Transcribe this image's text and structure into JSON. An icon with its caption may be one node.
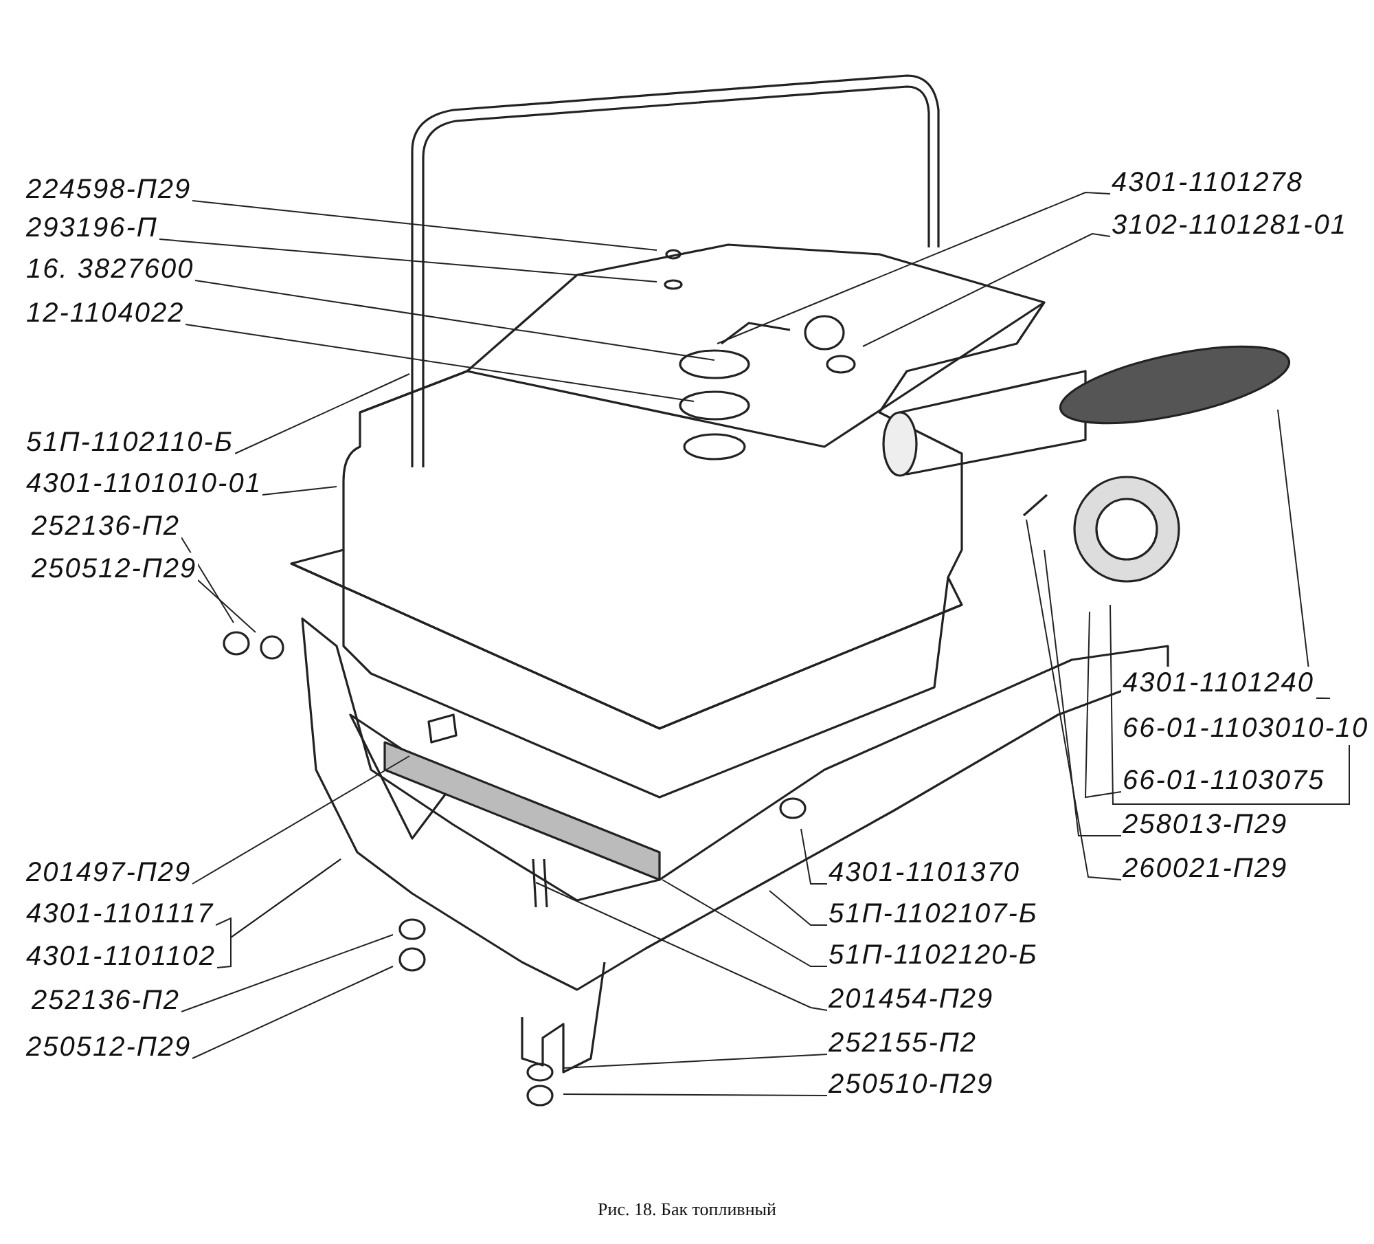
{
  "diagram": {
    "caption": "Рис. 18. Бак топливный",
    "nodes": [
      {
        "text": [
          "224598-П29"
        ]
      },
      {
        "text": [
          "293196-П"
        ]
      },
      {
        "text": [
          "16. 3827600"
        ]
      },
      {
        "text": [
          "12-1104022"
        ]
      },
      {
        "text": [
          "51П-1102110-Б"
        ]
      },
      {
        "text": [
          "4301-1101010-01"
        ]
      },
      {
        "text": [
          "252136-П2"
        ]
      },
      {
        "text": [
          "250512-П29"
        ]
      },
      {
        "text": [
          "4301-1101278"
        ]
      },
      {
        "text": [
          "3102-1101281-01"
        ]
      },
      {
        "text": [
          "4301-1101240"
        ]
      },
      {
        "text": [
          "66-01-1103010-10"
        ]
      },
      {
        "text": [
          "66-01-1103075"
        ]
      },
      {
        "text": [
          "258013-П29"
        ]
      },
      {
        "text": [
          "260021-П29"
        ]
      },
      {
        "text": [
          "201497-П29"
        ]
      },
      {
        "text": [
          "4301-1101117"
        ]
      },
      {
        "text": [
          "4301-1101102"
        ]
      },
      {
        "text": [
          "4301-1101370"
        ]
      },
      {
        "text": [
          "51П-1102107-Б"
        ]
      },
      {
        "text": [
          "51П-1102120-Б"
        ]
      },
      {
        "text": [
          "252136-П2"
        ]
      },
      {
        "text": [
          "201454-П29"
        ]
      },
      {
        "text": [
          "250512-П29"
        ]
      },
      {
        "text": [
          "252155-П2"
        ]
      },
      {
        "text": [
          "250510-П29"
        ]
      }
    ],
    "edges": [
      {
        "from": 0,
        "to": null,
        "arrow": "none"
      },
      {
        "from": 1,
        "to": null,
        "arrow": "none"
      },
      {
        "from": 2,
        "to": null,
        "arrow": "none"
      },
      {
        "from": 3,
        "to": null,
        "arrow": "none"
      },
      {
        "from": 4,
        "to": null,
        "arrow": "none"
      },
      {
        "from": 5,
        "to": null,
        "arrow": "none"
      },
      {
        "from": 6,
        "to": null,
        "arrow": "none"
      },
      {
        "from": 7,
        "to": null,
        "arrow": "none"
      },
      {
        "from": 8,
        "to": null,
        "arrow": "none"
      },
      {
        "from": 9,
        "to": null,
        "arrow": "none"
      },
      {
        "from": 10,
        "to": null,
        "arrow": "none"
      },
      {
        "from": 11,
        "to": null,
        "arrow": "none"
      },
      {
        "from": 12,
        "to": null,
        "arrow": "none"
      },
      {
        "from": 13,
        "to": null,
        "arrow": "none"
      },
      {
        "from": 14,
        "to": null,
        "arrow": "none"
      },
      {
        "from": 15,
        "to": null,
        "arrow": "none"
      },
      {
        "from": 16,
        "to": null,
        "arrow": "none"
      },
      {
        "from": 17,
        "to": null,
        "arrow": "none"
      },
      {
        "from": 18,
        "to": null,
        "arrow": "none"
      },
      {
        "from": 19,
        "to": null,
        "arrow": "none"
      },
      {
        "from": 20,
        "to": null,
        "arrow": "none"
      },
      {
        "from": 21,
        "to": null,
        "arrow": "none"
      },
      {
        "from": 22,
        "to": null,
        "arrow": "none"
      },
      {
        "from": 23,
        "to": null,
        "arrow": "none"
      },
      {
        "from": 24,
        "to": null,
        "arrow": "none"
      },
      {
        "from": 25,
        "to": null,
        "arrow": "none"
      }
    ]
  }
}
